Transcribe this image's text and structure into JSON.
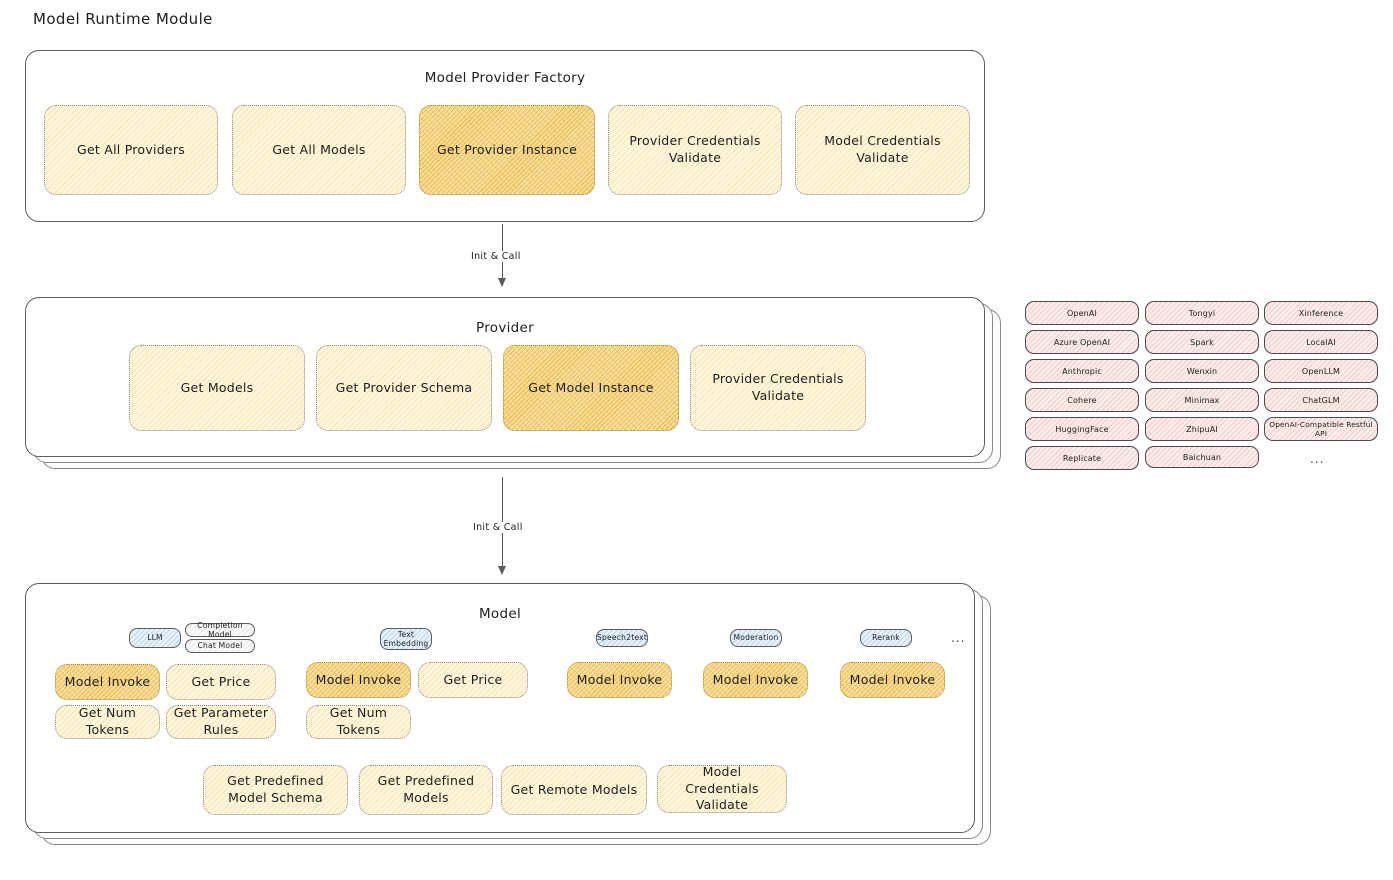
{
  "page": {
    "title": "Model Runtime Module"
  },
  "factory": {
    "title": "Model Provider Factory",
    "methods": [
      {
        "label": "Get All Providers",
        "highlighted": false
      },
      {
        "label": "Get All Models",
        "highlighted": false
      },
      {
        "label": "Get Provider Instance",
        "highlighted": true
      },
      {
        "label": "Provider Credentials Validate",
        "highlighted": false
      },
      {
        "label": "Model Credentials Validate",
        "highlighted": false
      }
    ]
  },
  "arrows": [
    {
      "label": "Init & Call"
    },
    {
      "label": "Init & Call"
    }
  ],
  "provider": {
    "title": "Provider",
    "methods": [
      {
        "label": "Get Models",
        "highlighted": false
      },
      {
        "label": "Get Provider Schema",
        "highlighted": false
      },
      {
        "label": "Get Model Instance",
        "highlighted": true
      },
      {
        "label": "Provider Credentials Validate",
        "highlighted": false
      }
    ]
  },
  "provider_list": {
    "column1": [
      "OpenAI",
      "Azure OpenAI",
      "Anthropic",
      "Cohere",
      "HuggingFace",
      "Replicate"
    ],
    "column2": [
      "Tongyi",
      "Spark",
      "Wenxin",
      "Minimax",
      "ZhipuAI",
      "Baichuan"
    ],
    "column3": [
      "Xinference",
      "LocalAI",
      "OpenLLM",
      "ChatGLM",
      "OpenAI-Compatible Restful API"
    ],
    "more": "..."
  },
  "model": {
    "title": "Model",
    "more": "...",
    "types": [
      {
        "badge": "LLM",
        "sub_badges": [
          "Completion Model",
          "Chat Model"
        ],
        "methods": [
          "Model Invoke",
          "Get Price",
          "Get Num Tokens",
          "Get Parameter Rules"
        ]
      },
      {
        "badge": "Text Embedding",
        "sub_badges": [],
        "methods": [
          "Model Invoke",
          "Get Price",
          "Get Num Tokens"
        ]
      },
      {
        "badge": "Speech2text",
        "sub_badges": [],
        "methods": [
          "Model Invoke"
        ]
      },
      {
        "badge": "Moderation",
        "sub_badges": [],
        "methods": [
          "Model Invoke"
        ]
      },
      {
        "badge": "Rerank",
        "sub_badges": [],
        "methods": [
          "Model Invoke"
        ]
      }
    ],
    "common_methods": [
      "Get Predefined Model Schema",
      "Get Predefined Models",
      "Get Remote Models",
      "Model Credentials Validate"
    ]
  },
  "colors": {
    "box_fill": "#fdf6e0",
    "box_fill_highlight": "#fae3ad",
    "badge_fill": "#eaf3fb",
    "provider_tag_fill": "#fdeeee",
    "stroke": "#5c5c5c",
    "text": "#1e1e1e"
  }
}
